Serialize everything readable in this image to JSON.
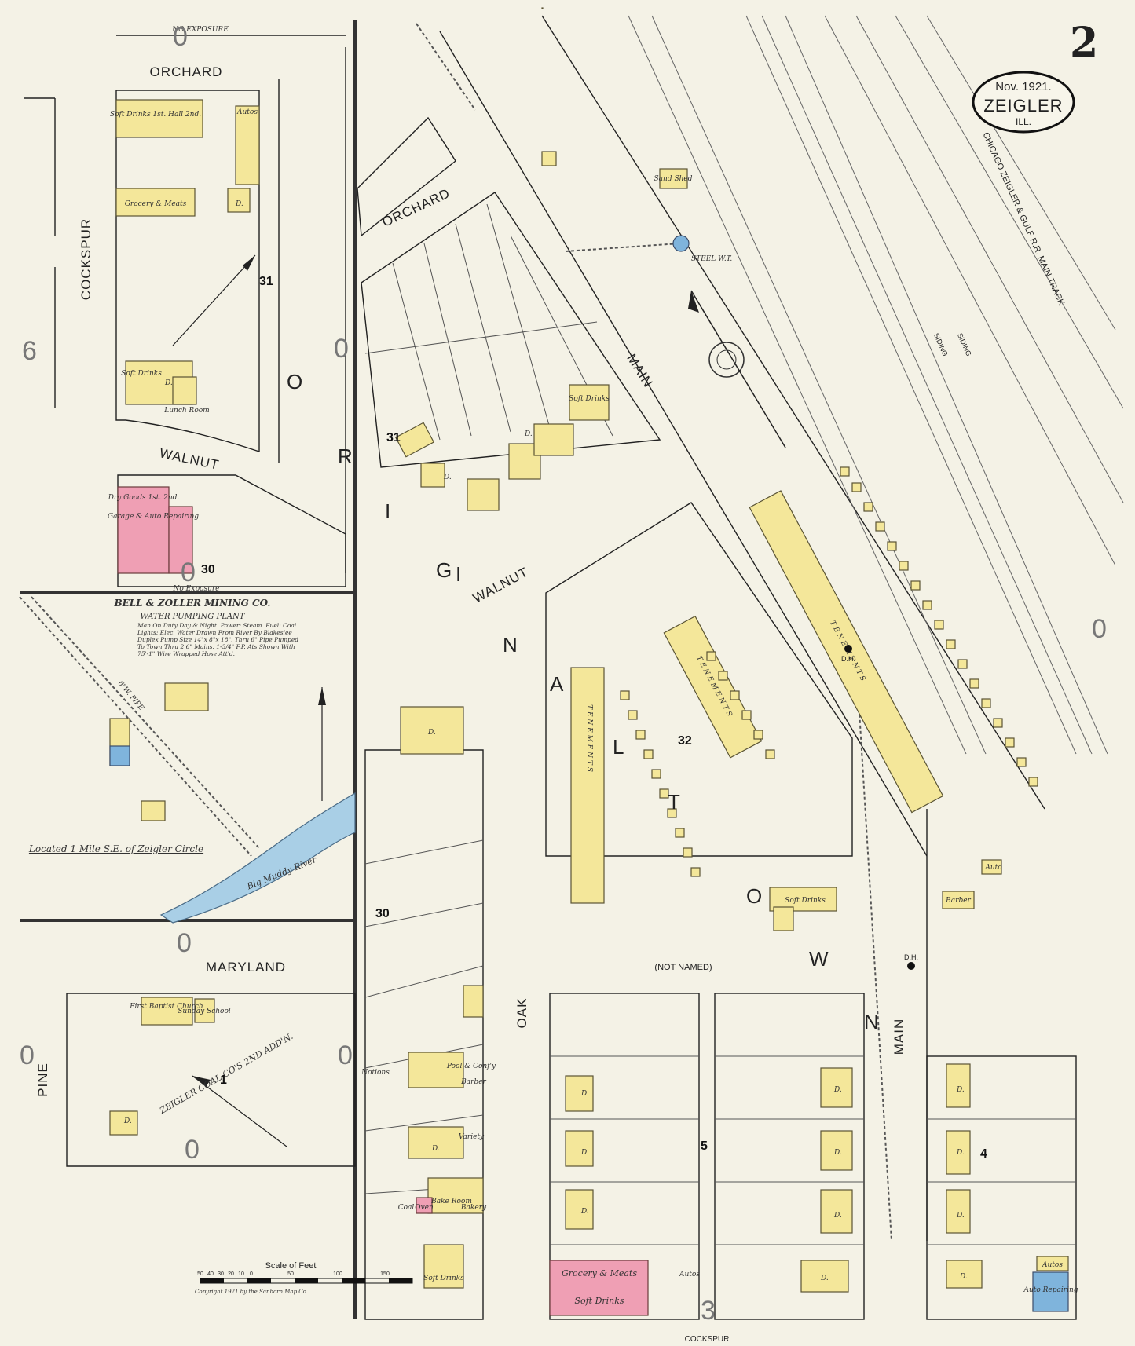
{
  "sheet": {
    "number": "2",
    "date": "Nov. 1921.",
    "place": "ZEIGLER",
    "state": "ILL."
  },
  "streets": {
    "orchard_top": "ORCHARD",
    "orchard_mid": "ORCHARD",
    "cockspur_left": "COCKSPUR",
    "walnut_left": "WALNUT",
    "walnut_mid": "WALNUT",
    "main_upper": "MAIN",
    "main_lower": "MAIN",
    "maryland": "MARYLAND",
    "pine": "PINE",
    "oak": "OAK",
    "cockspur_bottom": "COCKSPUR",
    "not_named": "(NOT NAMED)",
    "no_exposure_top": "NO EXPOSURE",
    "no_exposure_mid": "No Exposure"
  },
  "railroad": {
    "line": "CHICAGO ZEIGLER & GULF R.R. MAIN TRACK",
    "siding1": "SIDING",
    "siding2": "SIDING"
  },
  "place_names": {
    "original_town": [
      "O",
      "R",
      "I",
      "G",
      "I",
      "N",
      "A",
      "L",
      "T",
      "O",
      "W",
      "N"
    ],
    "second_addition": "ZEIGLER COAL CO'S 2ND ADD'N."
  },
  "blocks": [
    "31",
    "31",
    "30",
    "30",
    "32",
    "5",
    "4",
    "3",
    "6",
    "1"
  ],
  "mining": {
    "title": "BELL & ZOLLER MINING CO.",
    "subtitle": "WATER PUMPING PLANT",
    "note": "Man On Duty Day & Night. Power: Steam. Fuel: Coal. Lights: Elec. Water Drawn From River By Blakeslee Duplex Pump Size 14\"x 8\"x 18\". Thru 6\" Pipe Pumped To Town Thru 2 6\" Mains. 1-3/4\" F.P. Ats Shown With 75'-1\" Wire Wrapped Hose Att'd.",
    "location": "Located 1 Mile S.E. of Zeigler Circle",
    "river": "Big Muddy River",
    "pipe": "6\"W. PIPE"
  },
  "buildings": {
    "soft_drinks_hall": "Soft Drinks 1st. Hall 2nd.",
    "grocery_meats": "Grocery & Meats",
    "autos": "Autos",
    "soft_drinks_left": "Soft Drinks",
    "lunch_room": "Lunch Room",
    "dry_goods": "Dry Goods 1st. 2nd.",
    "garage": "Garage & Auto Repairing",
    "soft_drinks_mid": "Soft Drinks",
    "soft_drinks_32": "Soft Drinks",
    "first_baptist": "First Baptist Church",
    "sunday_school": "Sunday School",
    "pool": "Pool & Conf'y",
    "barber_oak": "Barber",
    "notions": "Notions",
    "variety": "Variety",
    "bakery": "Bakery",
    "bake_room": "Bake Room",
    "coal_shed": "Coal",
    "oven": "Oven",
    "soft_drinks_bottom": "Soft Drinks",
    "grocery_bottom": "Grocery & Meats",
    "soft_drinks_bottom2": "Soft Drinks",
    "autos_bottom": "Autos",
    "auto_repairing": "Auto Repairing",
    "barber_main": "Barber",
    "auto_main": "Auto",
    "tenements_1": "T E N E M E N T S",
    "tenements_2": "T E N E M E N T S",
    "tenements_3": "T E N E M E N T S",
    "sand_shed": "Sand Shed",
    "water_tank": "STEEL W.T."
  },
  "markers": {
    "dh1": "D.H.",
    "dh2": "D.H."
  },
  "dwelling_label": "D.",
  "scale": {
    "title": "Scale of Feet",
    "ticks": [
      "50",
      "40",
      "30",
      "20",
      "10",
      "0",
      "50",
      "100",
      "150"
    ]
  },
  "copyright": "Copyright 1921 by the Sanborn Map Co.",
  "colors": {
    "frame": "#f4e79a",
    "brick": "#ef9fb4",
    "stone": "#7fb4dc",
    "paper": "#f4f2e6"
  }
}
